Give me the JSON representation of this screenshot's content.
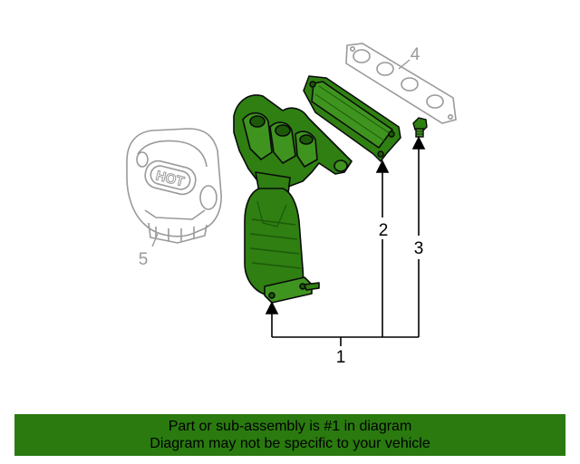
{
  "diagram": {
    "callouts": {
      "c1": "1",
      "c2": "2",
      "c3": "3",
      "c4": "4",
      "c5": "5"
    },
    "engine_cover_badge": "HOT",
    "colors": {
      "highlight_part": "#2f7f12",
      "ghost_part": "#9a9a9a",
      "leader_line": "#000000"
    }
  },
  "banner": {
    "line1": "Part or sub-assembly is #1 in diagram",
    "line2": "Diagram may not be specific to your vehicle",
    "background": "#2a7a10"
  }
}
